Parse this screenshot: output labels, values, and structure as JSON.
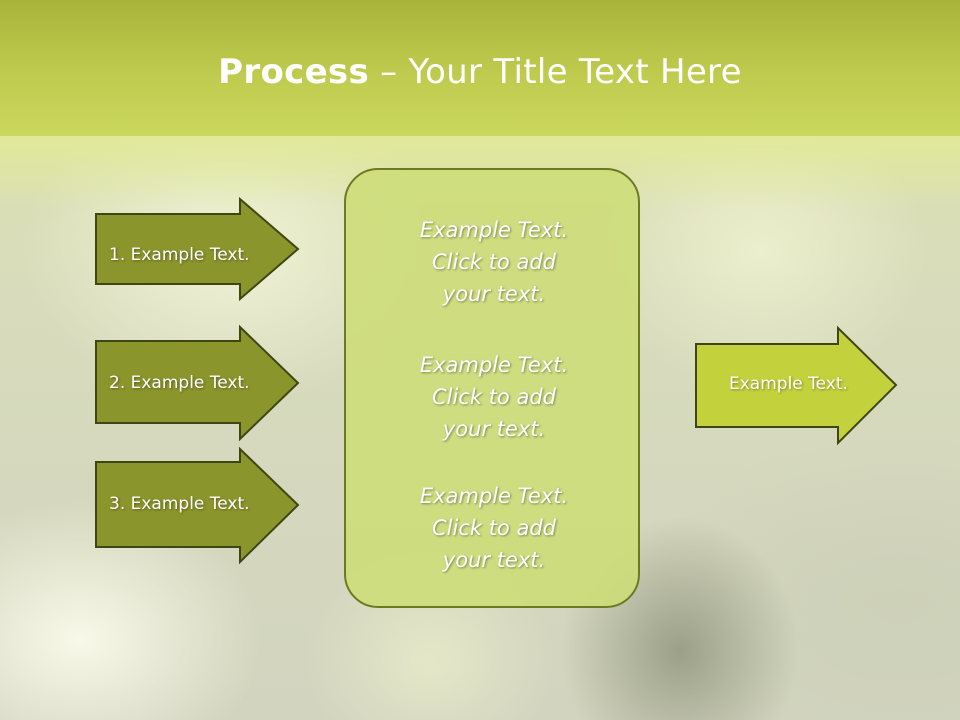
{
  "slide": {
    "title_bold": "Process",
    "title_rest": " – Your Title Text Here"
  },
  "left_arrows": [
    {
      "label": "1. Example Text."
    },
    {
      "label": "2. Example Text."
    },
    {
      "label": "3. Example Text."
    }
  ],
  "center_box": {
    "paragraphs": [
      {
        "lines": [
          "Example Text.",
          "Click  to add",
          "your text."
        ]
      },
      {
        "lines": [
          "Example Text.",
          "Click  to add",
          "your text."
        ]
      },
      {
        "lines": [
          "Example Text.",
          "Click  to add",
          "your text."
        ]
      }
    ]
  },
  "right_arrow": {
    "label": "Example Text."
  },
  "colors": {
    "header": "#bfcb4e",
    "left_arrow_fill": "#8a952c",
    "right_arrow_fill": "#c3d13c",
    "arrow_border": "#3f4614",
    "center_box_fill": "#cddd78"
  }
}
